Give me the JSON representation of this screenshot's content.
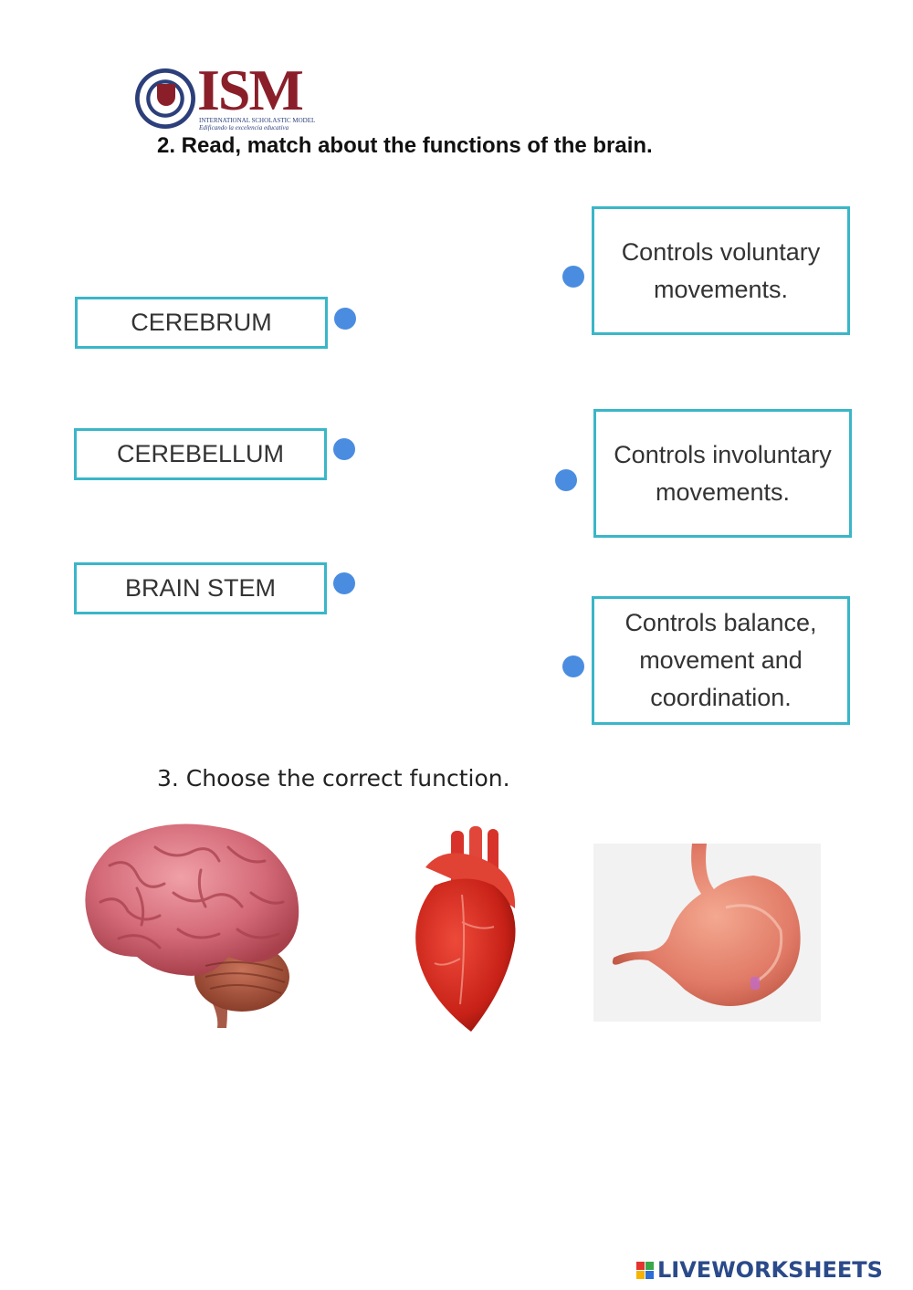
{
  "logo": {
    "name": "ISM",
    "subtitle": "INTERNATIONAL SCHOLASTIC MODEL",
    "tagline": "Edificando la excelencia educativa",
    "color": "#8a1f2a"
  },
  "q2": {
    "title": "2. Read, match about the functions of the brain.",
    "terms": [
      "CEREBRUM",
      "CEREBELLUM",
      "BRAIN STEM"
    ],
    "definitions": [
      "Controls voluntary movements.",
      "Controls involuntary movements.",
      "Controls balance, movement and coordination."
    ],
    "box_color": "#3ab6c8",
    "dot_color": "#4a8de0"
  },
  "q3": {
    "title": "3. Choose the correct function.",
    "images": [
      "brain-image",
      "heart-image",
      "stomach-image"
    ]
  },
  "footer": {
    "brand": "LIVEWORKSHEETS",
    "brand_color": "#2b4a8a"
  }
}
